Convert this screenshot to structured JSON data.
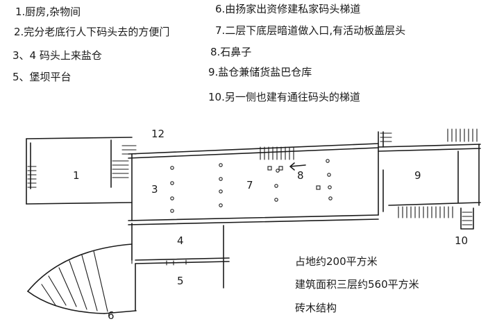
{
  "legend_left": [
    "1.厨房,杂物间",
    "2.完分老底行人下码头去的方便门",
    "3、4 码头上来盐仓",
    "5、堡坝平台"
  ],
  "legend_right": [
    "6.由扬家出资修建私家码头梯道",
    "7.二层下底层暗道做入口,有活动板盖层头",
    "8.石鼻子",
    "9.盐仓兼储货盐巴仓库",
    "10.另一侧也建有通往码头的梯道"
  ],
  "stats": [
    "占地约200平方米",
    "建筑面积三层约560平方米",
    "砖木结构"
  ],
  "plan_labels": {
    "n1": "1",
    "n3": "3",
    "n4": "4",
    "n5": "5",
    "n6": "6",
    "n7": "7",
    "n8": "8",
    "n9": "9",
    "n10": "10",
    "n12": "12"
  }
}
